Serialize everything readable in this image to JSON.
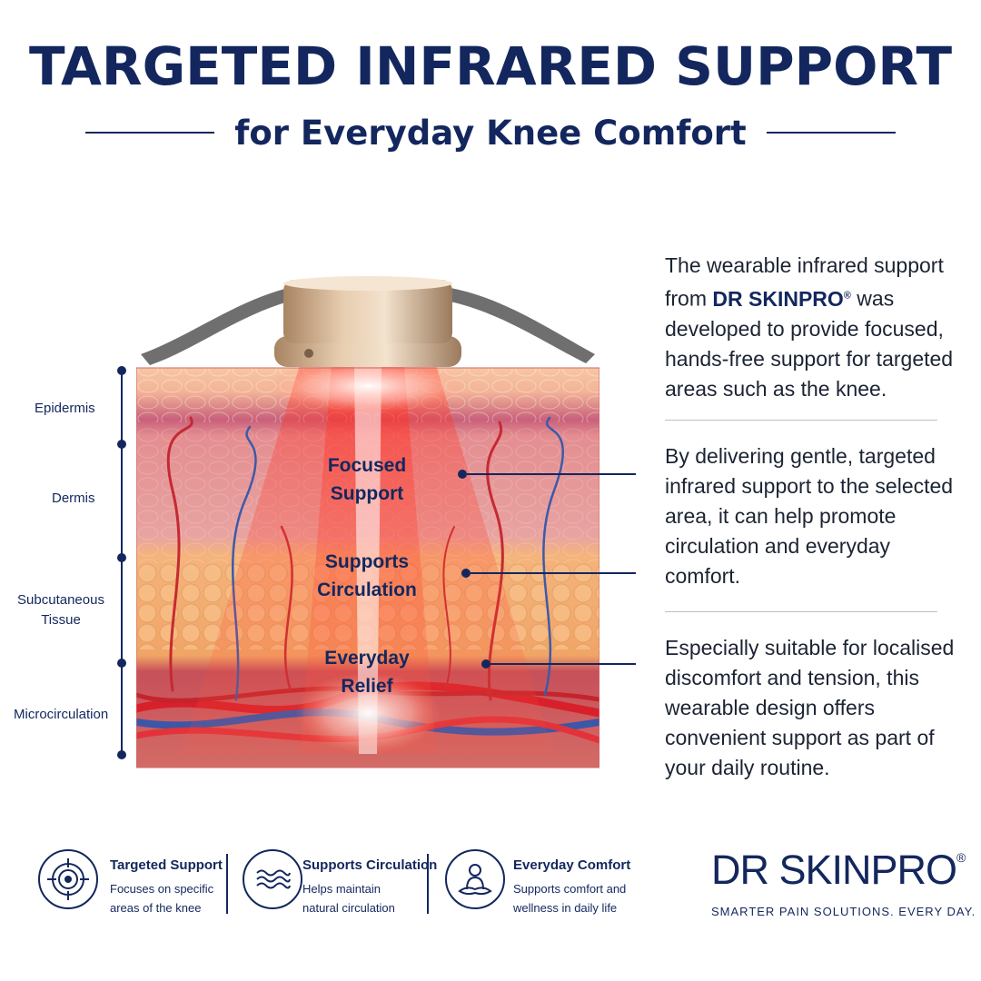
{
  "title": "TARGETED INFRARED SUPPORT",
  "subtitle": "for Everyday Knee Comfort",
  "layers": [
    "Epidermis",
    "Dermis",
    "Subcutaneous Tissue",
    "Microcirculation"
  ],
  "beam_labels": [
    "Focused Support",
    "Supports Circulation",
    "Everyday Relief"
  ],
  "paragraphs": {
    "p1_before": "The wearable infrared support from ",
    "p1_brand": "DR SKINPRO",
    "p1_reg": "®",
    "p1_after": " was developed to provide focused, hands-free support for targeted areas such as the knee.",
    "p2": "By delivering gentle, targeted infrared support to the selected area, it can help promote circulation and everyday comfort.",
    "p3": "Especially suitable for localised discomfort and tension, this wearable design offers convenient support as part of your daily routine."
  },
  "features": [
    {
      "title": "Targeted Support",
      "desc": "Focuses on specific areas of the knee",
      "icon": "target-icon"
    },
    {
      "title": "Supports Circulation",
      "desc": "Helps maintain natural circulation",
      "icon": "waves-icon"
    },
    {
      "title": "Everyday Comfort",
      "desc": "Supports comfort and wellness in daily life",
      "icon": "person-meditating-icon"
    }
  ],
  "brand": {
    "name": "DR SKINPRO",
    "reg": "®",
    "tagline": "SMARTER PAIN SOLUTIONS. EVERY DAY."
  },
  "colors": {
    "navy": "#13275e",
    "beam": "#ff3a2e",
    "skin": "#e89a8a",
    "fat": "#f2a95f"
  }
}
